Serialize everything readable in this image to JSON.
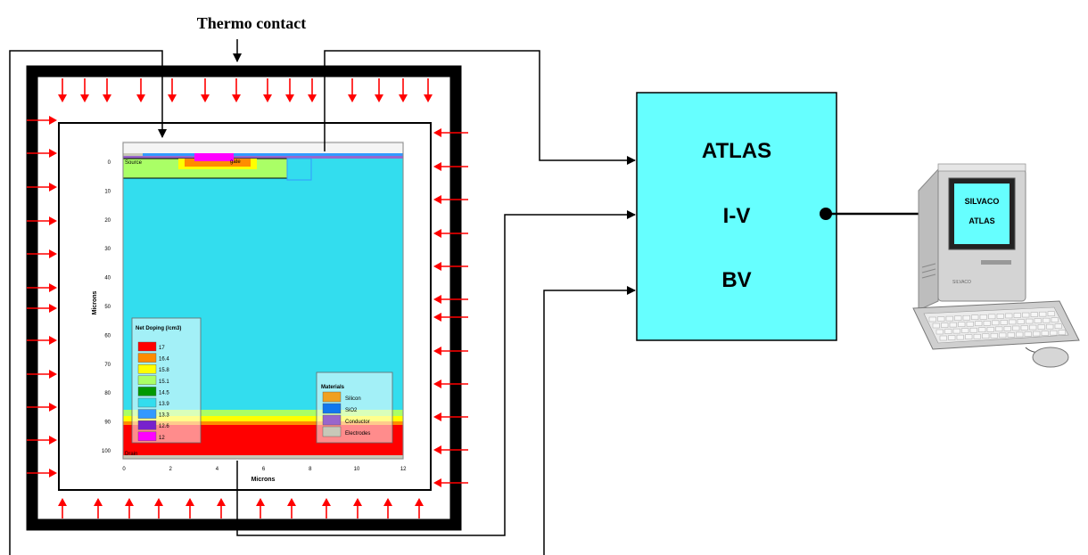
{
  "thermo_label": "Thermo contact",
  "atlas": {
    "lines": [
      "ATLAS",
      "I-V",
      "BV"
    ],
    "fill": "#66ffff"
  },
  "computer": {
    "screen_lines": [
      "SILVACO",
      "ATLAS"
    ],
    "screen_color": "#66ffff",
    "brand_badge": "SILVACO"
  },
  "device_plot": {
    "y_axis_label": "Microns",
    "x_axis_label": "Microns",
    "y_ticks": [
      "0",
      "10",
      "20",
      "30",
      "40",
      "50",
      "60",
      "70",
      "80",
      "90",
      "100"
    ],
    "x_ticks": [
      "0",
      "2",
      "4",
      "6",
      "8",
      "10",
      "12"
    ],
    "region_labels": {
      "source": "Source",
      "gate": "gate",
      "drain": "Drain"
    },
    "doping_legend": {
      "title": "Net Doping (/cm3)",
      "items": [
        {
          "value": "17",
          "color": "#ff0000"
        },
        {
          "value": "16.4",
          "color": "#ff8c00"
        },
        {
          "value": "15.8",
          "color": "#ffff00"
        },
        {
          "value": "15.1",
          "color": "#aaff66"
        },
        {
          "value": "14.5",
          "color": "#009900"
        },
        {
          "value": "13.9",
          "color": "#33ddee"
        },
        {
          "value": "13.3",
          "color": "#3399ff"
        },
        {
          "value": "12.6",
          "color": "#7722cc"
        },
        {
          "value": "12",
          "color": "#ff00ff"
        }
      ]
    },
    "materials_legend": {
      "title": "Materials",
      "items": [
        {
          "label": "Silicon",
          "color": "#f0a020"
        },
        {
          "label": "SiO2",
          "color": "#1177ee"
        },
        {
          "label": "Conductor",
          "color": "#9966cc"
        },
        {
          "label": "Electrodes",
          "color": "#c8c8b8"
        }
      ]
    }
  },
  "colors": {
    "frame": "#000000",
    "heat_arrow": "#ff0000",
    "connector": "#000000"
  }
}
